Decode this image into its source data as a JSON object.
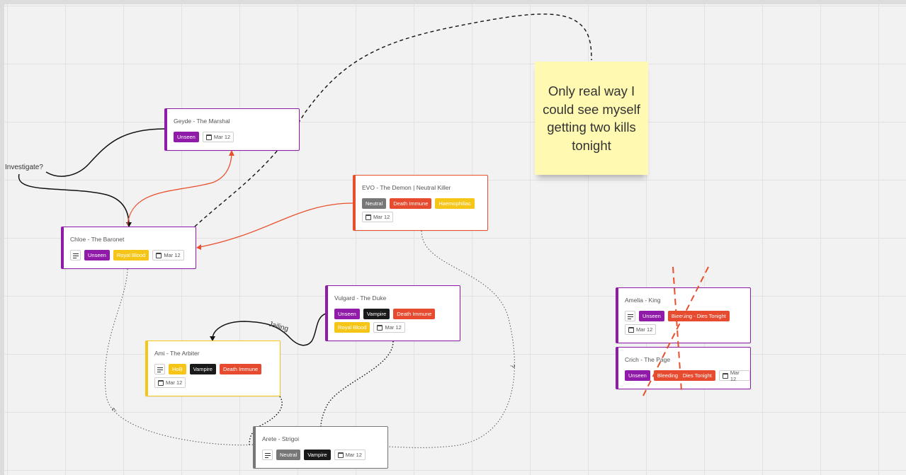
{
  "colors": {
    "purple": "#8f1ba8",
    "yellow": "#f5c518",
    "orange_red": "#e8502d",
    "gray": "#777777",
    "black": "#1a1a1a",
    "red_tag": "#e64a2f",
    "sticky": "#fff9b1"
  },
  "cards": {
    "geyde": {
      "title": "Geyde - The Marshal",
      "tags": [
        "Unseen"
      ],
      "date": "Mar 12"
    },
    "chloe": {
      "title": "Chloe - The Baronet",
      "tags": [
        "Unseen",
        "Royal Blood"
      ],
      "date": "Mar 12"
    },
    "evo": {
      "title": "EVO - The Demon | Neutral Killer",
      "tags": [
        "Neutral",
        "Death Immune",
        "Haemophiliac"
      ],
      "date": "Mar 12"
    },
    "vulgard": {
      "title": "Vulgard - The Duke",
      "tags": [
        "Unseen",
        "Vampire",
        "Death Immune",
        "Royal Blood"
      ],
      "date": "Mar 12"
    },
    "ami": {
      "title": "Ami - The Arbiter",
      "tags": [
        "HoB",
        "Vampire",
        "Death Immune"
      ],
      "date": "Mar 12"
    },
    "arete": {
      "title": "Arete - Strigoi",
      "tags": [
        "Neutral",
        "Vampire"
      ],
      "date": "Mar 12"
    },
    "amelia": {
      "title": "Amelia - King",
      "tags": [
        "Unseen",
        "Bleeding - Dies Tonight"
      ],
      "date": "Mar 12"
    },
    "crich": {
      "title": "Crich - The Page",
      "tags": [
        "Unseen",
        "Bleeding - Dies Tonight"
      ],
      "date": "Mar 12"
    }
  },
  "connector_labels": {
    "investigate": "Investigate?",
    "jailing": "Jailing",
    "question_left": "?",
    "question_right": "?"
  },
  "sticky_note": {
    "text": "Only real way I could see myself getting two kills tonight"
  }
}
